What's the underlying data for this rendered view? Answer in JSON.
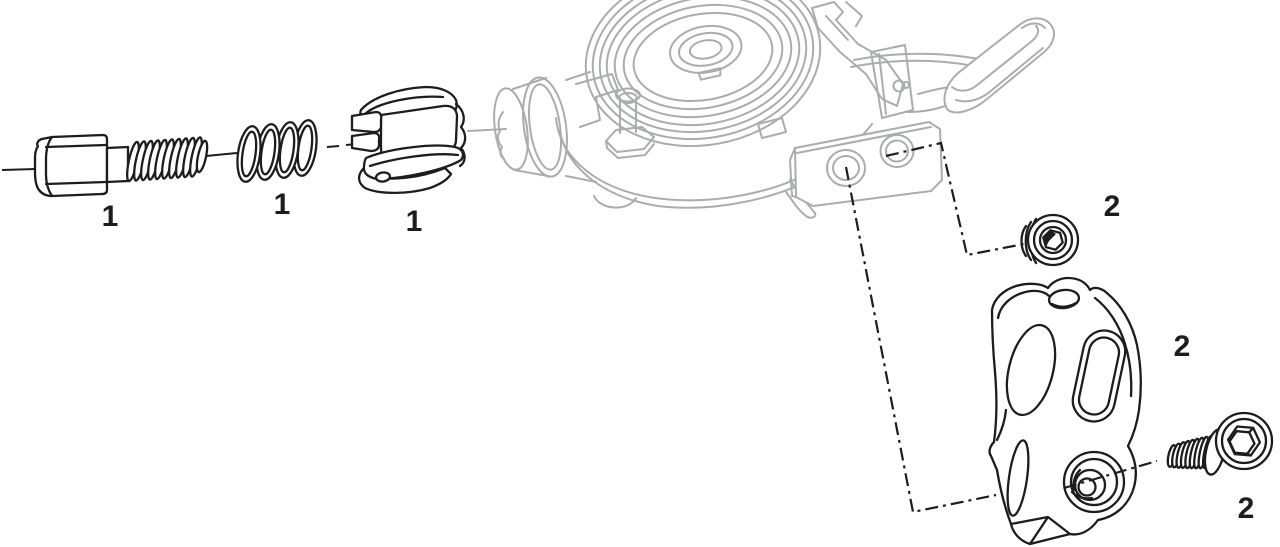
{
  "diagram": {
    "type": "exploded-parts-line-drawing",
    "subject": "bicycle trigger shifter assembly with exploded hardware",
    "colors": {
      "background": "#ffffff",
      "part_line": "#1d1d1d",
      "ghost_body_line": "#aaacae"
    },
    "leader_style": "dash-dot",
    "callouts": [
      {
        "id": "barrel-adjuster-bolt",
        "label": "1"
      },
      {
        "id": "adjuster-spring",
        "label": "1"
      },
      {
        "id": "adjuster-knob",
        "label": "1"
      },
      {
        "id": "cover-bolt",
        "label": "2"
      },
      {
        "id": "handlebar-clamp",
        "label": "2"
      },
      {
        "id": "clamp-bolt",
        "label": "2"
      }
    ]
  }
}
